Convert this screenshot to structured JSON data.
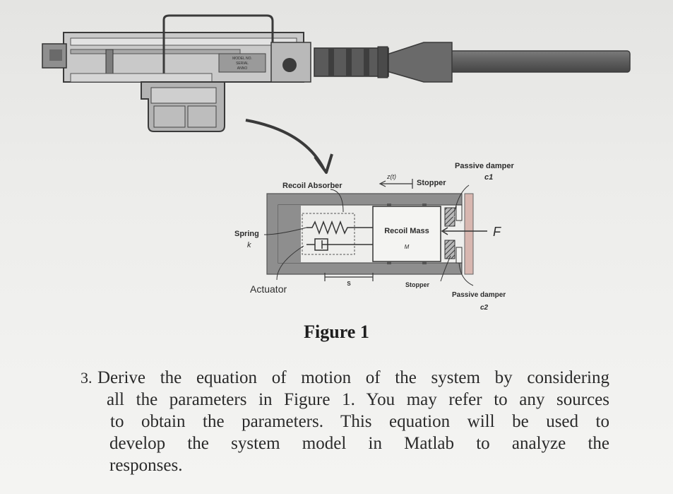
{
  "figure": {
    "caption": "Figure 1",
    "gun_plate_text": [
      "MODEL NO.",
      "SERIAL",
      "ANNO"
    ],
    "labels": {
      "recoil_absorber": "Recoil Absorber",
      "displacement": "z(t)",
      "stopper_top": "Stopper",
      "passive_damper_c1": "Passive damper",
      "c1": "c1",
      "spring": "Spring",
      "spring_k": "k",
      "recoil_mass": "Recoil Mass",
      "mass_M": "M",
      "force": "F",
      "actuator": "Actuator",
      "stroke": "S",
      "stopper_bottom": "Stopper",
      "passive_damper_c2": "Passive damper",
      "c2": "c2"
    }
  },
  "question": {
    "number": "3.",
    "lines": [
      "Derive the equation of motion of the system by considering",
      "all the parameters in Figure 1. You may refer to any sources",
      "to obtain the parameters. This equation will be used to",
      "develop the system model in Matlab to analyze the",
      "responses."
    ]
  },
  "colors": {
    "background": "#ececea",
    "ink": "#2a2a2a",
    "gun_body": "#6e6e6e",
    "receiver": "#c9c9c9",
    "housing": "#8a8a8a"
  }
}
